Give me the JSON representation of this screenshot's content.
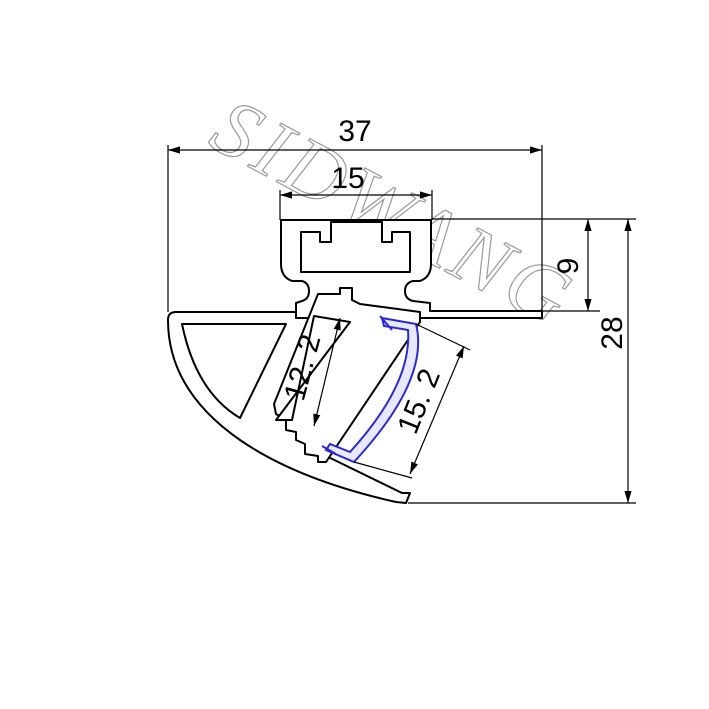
{
  "dimensions": {
    "overall_width": "37",
    "slot_width": "15",
    "top_height": "9",
    "overall_height": "28",
    "inner_width": "12. 2",
    "diffuser_width": "15. 2"
  },
  "watermark": "SIDWANG",
  "colors": {
    "line": "#000000",
    "diffuser": "#2a2ad0",
    "watermark": "#9a9a9a"
  }
}
